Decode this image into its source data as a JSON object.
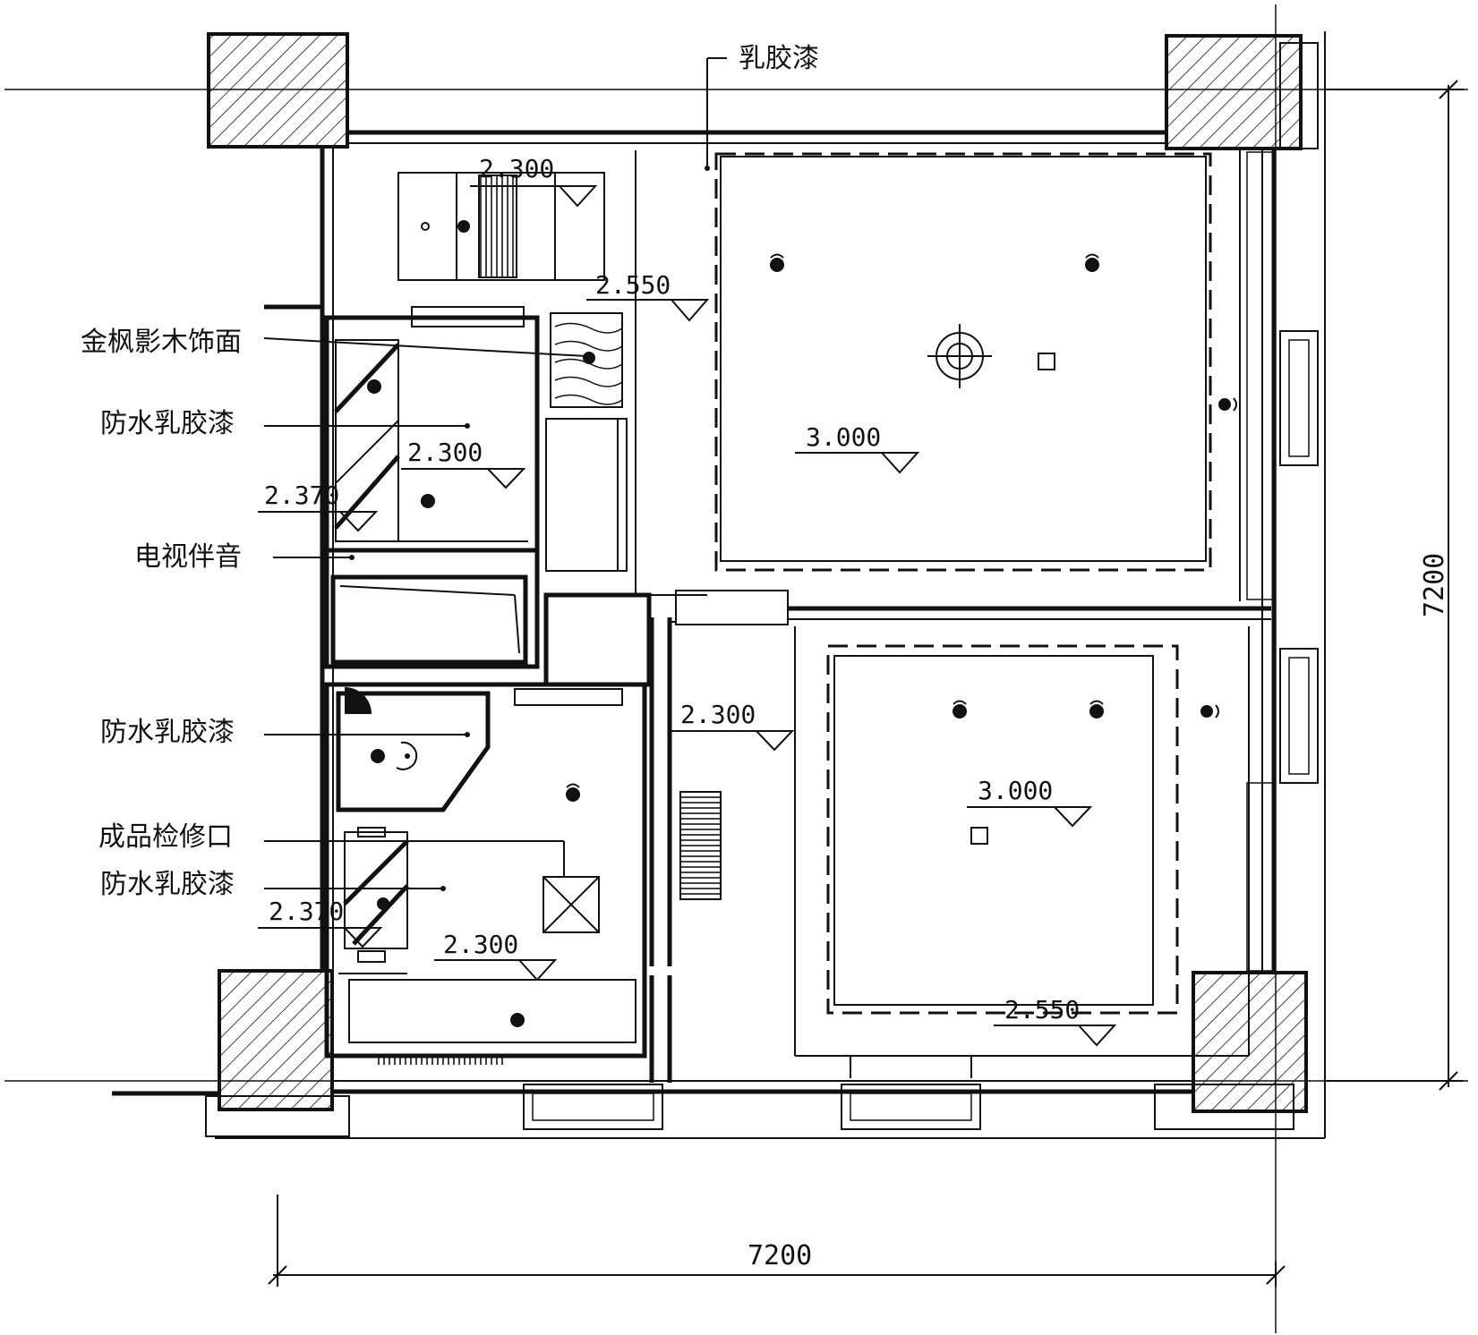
{
  "labels": {
    "latex_paint": "乳胶漆",
    "gold_maple_veneer": "金枫影木饰面",
    "waterproof_paint_1": "防水乳胶漆",
    "tv_audio": "电视伴音",
    "waterproof_paint_2": "防水乳胶漆",
    "access_panel": "成品检修口",
    "waterproof_paint_3": "防水乳胶漆"
  },
  "elevations": {
    "corridor_top": "2.300",
    "corridor_mid": "2.550",
    "bath_top": "2.300",
    "bath_top_left": "2.370",
    "living": "3.000",
    "corridor_right": "2.300",
    "bedroom": "3.000",
    "bath_bottom_left": "2.370",
    "bath_bottom": "2.300",
    "bedroom_bottom": "2.550"
  },
  "dimensions": {
    "width": "7200",
    "height": "7200"
  }
}
